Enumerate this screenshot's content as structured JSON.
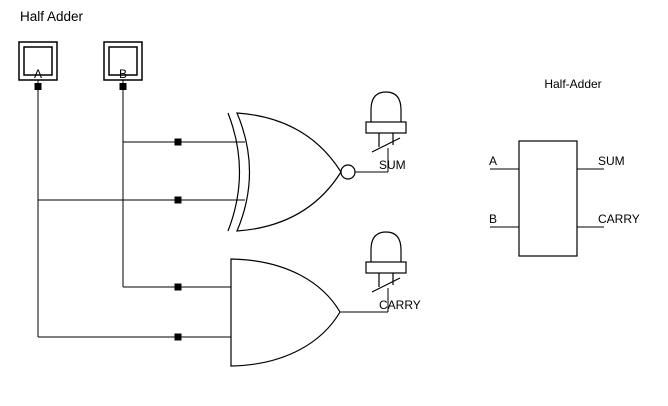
{
  "canvas": {
    "background": "#ffffff",
    "ink": "#000000"
  },
  "title": "Half Adder",
  "input_pins": [
    {
      "label": "A"
    },
    {
      "label": "B"
    }
  ],
  "output_labels": {
    "sum": "SUM",
    "carry": "CARRY"
  },
  "subcircuit_symbol": {
    "title": "Half-Adder",
    "ports": {
      "in_a": "A",
      "in_b": "B",
      "out_sum": "SUM",
      "out_carry": "CARRY"
    }
  }
}
